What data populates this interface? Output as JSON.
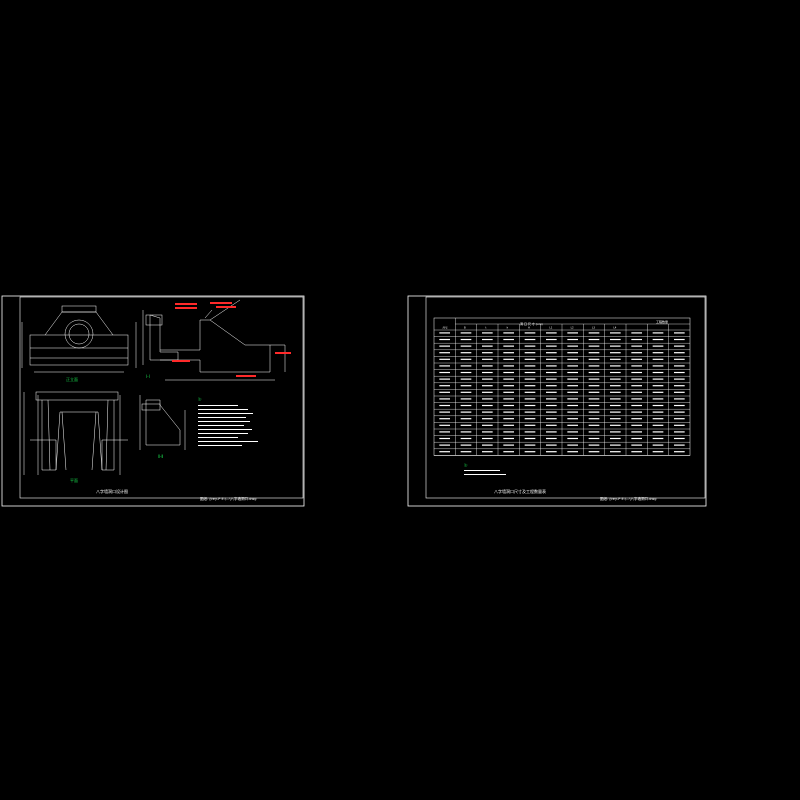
{
  "sheet_left": {
    "title": "八字墙洞口设计图",
    "path_text": "图纸: /jrey-P  E:\\...\\八字墙洞口.dwg",
    "label_front": "正立面",
    "label_plan": "平面",
    "label_section_a": "Ⅰ-Ⅰ",
    "label_section_b": "Ⅱ-Ⅱ",
    "notes_heading": "注:",
    "line_color": "#ffffff",
    "accent_color": "#ff2a2a",
    "label_color": "#17d44a"
  },
  "sheet_right": {
    "title": "八字墙洞口尺寸及工程数量表",
    "path_text": "图纸: /jrey-P  E:\\...\\八字墙洞口.dwg",
    "table_header_group": "洞 口 尺 寸 (cm)",
    "table_header_qty": "工程数量",
    "columns": [
      "序号",
      "B",
      "t",
      "h",
      "H",
      "L1",
      "L2",
      "L3",
      "L4",
      "",
      "",
      ""
    ],
    "row_count": 19,
    "notes_heading": "注:",
    "line_color": "#ffffff",
    "label_color": "#17d44a"
  }
}
